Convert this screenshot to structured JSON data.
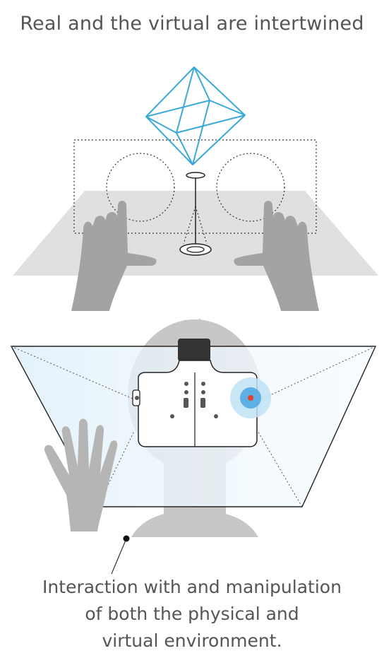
{
  "title": "Real and the virtual are intertwined",
  "caption": {
    "lines": [
      "Interaction with and manipulation",
      "of both the physical and",
      "virtual environment."
    ]
  },
  "colors": {
    "text": "#555555",
    "table": "#e0e0e0",
    "hand": "#a3a3a3",
    "crystal": "#3aa9d8",
    "screen": "#e6f3fb",
    "headset": "#ffffff",
    "head": "#c7c7c7",
    "sensor_glow": "#bfe2f6",
    "sensor_core": "#5cb0e3",
    "sensor_dot": "#e8412b"
  },
  "icons": {
    "crystal": "octahedron-icon",
    "left_hand": "hand-pinch-icon",
    "right_hand": "hand-pinch-icon",
    "user_hand": "open-hand-icon",
    "headset": "vr-headset-icon",
    "sensor": "depth-sensor-icon"
  }
}
